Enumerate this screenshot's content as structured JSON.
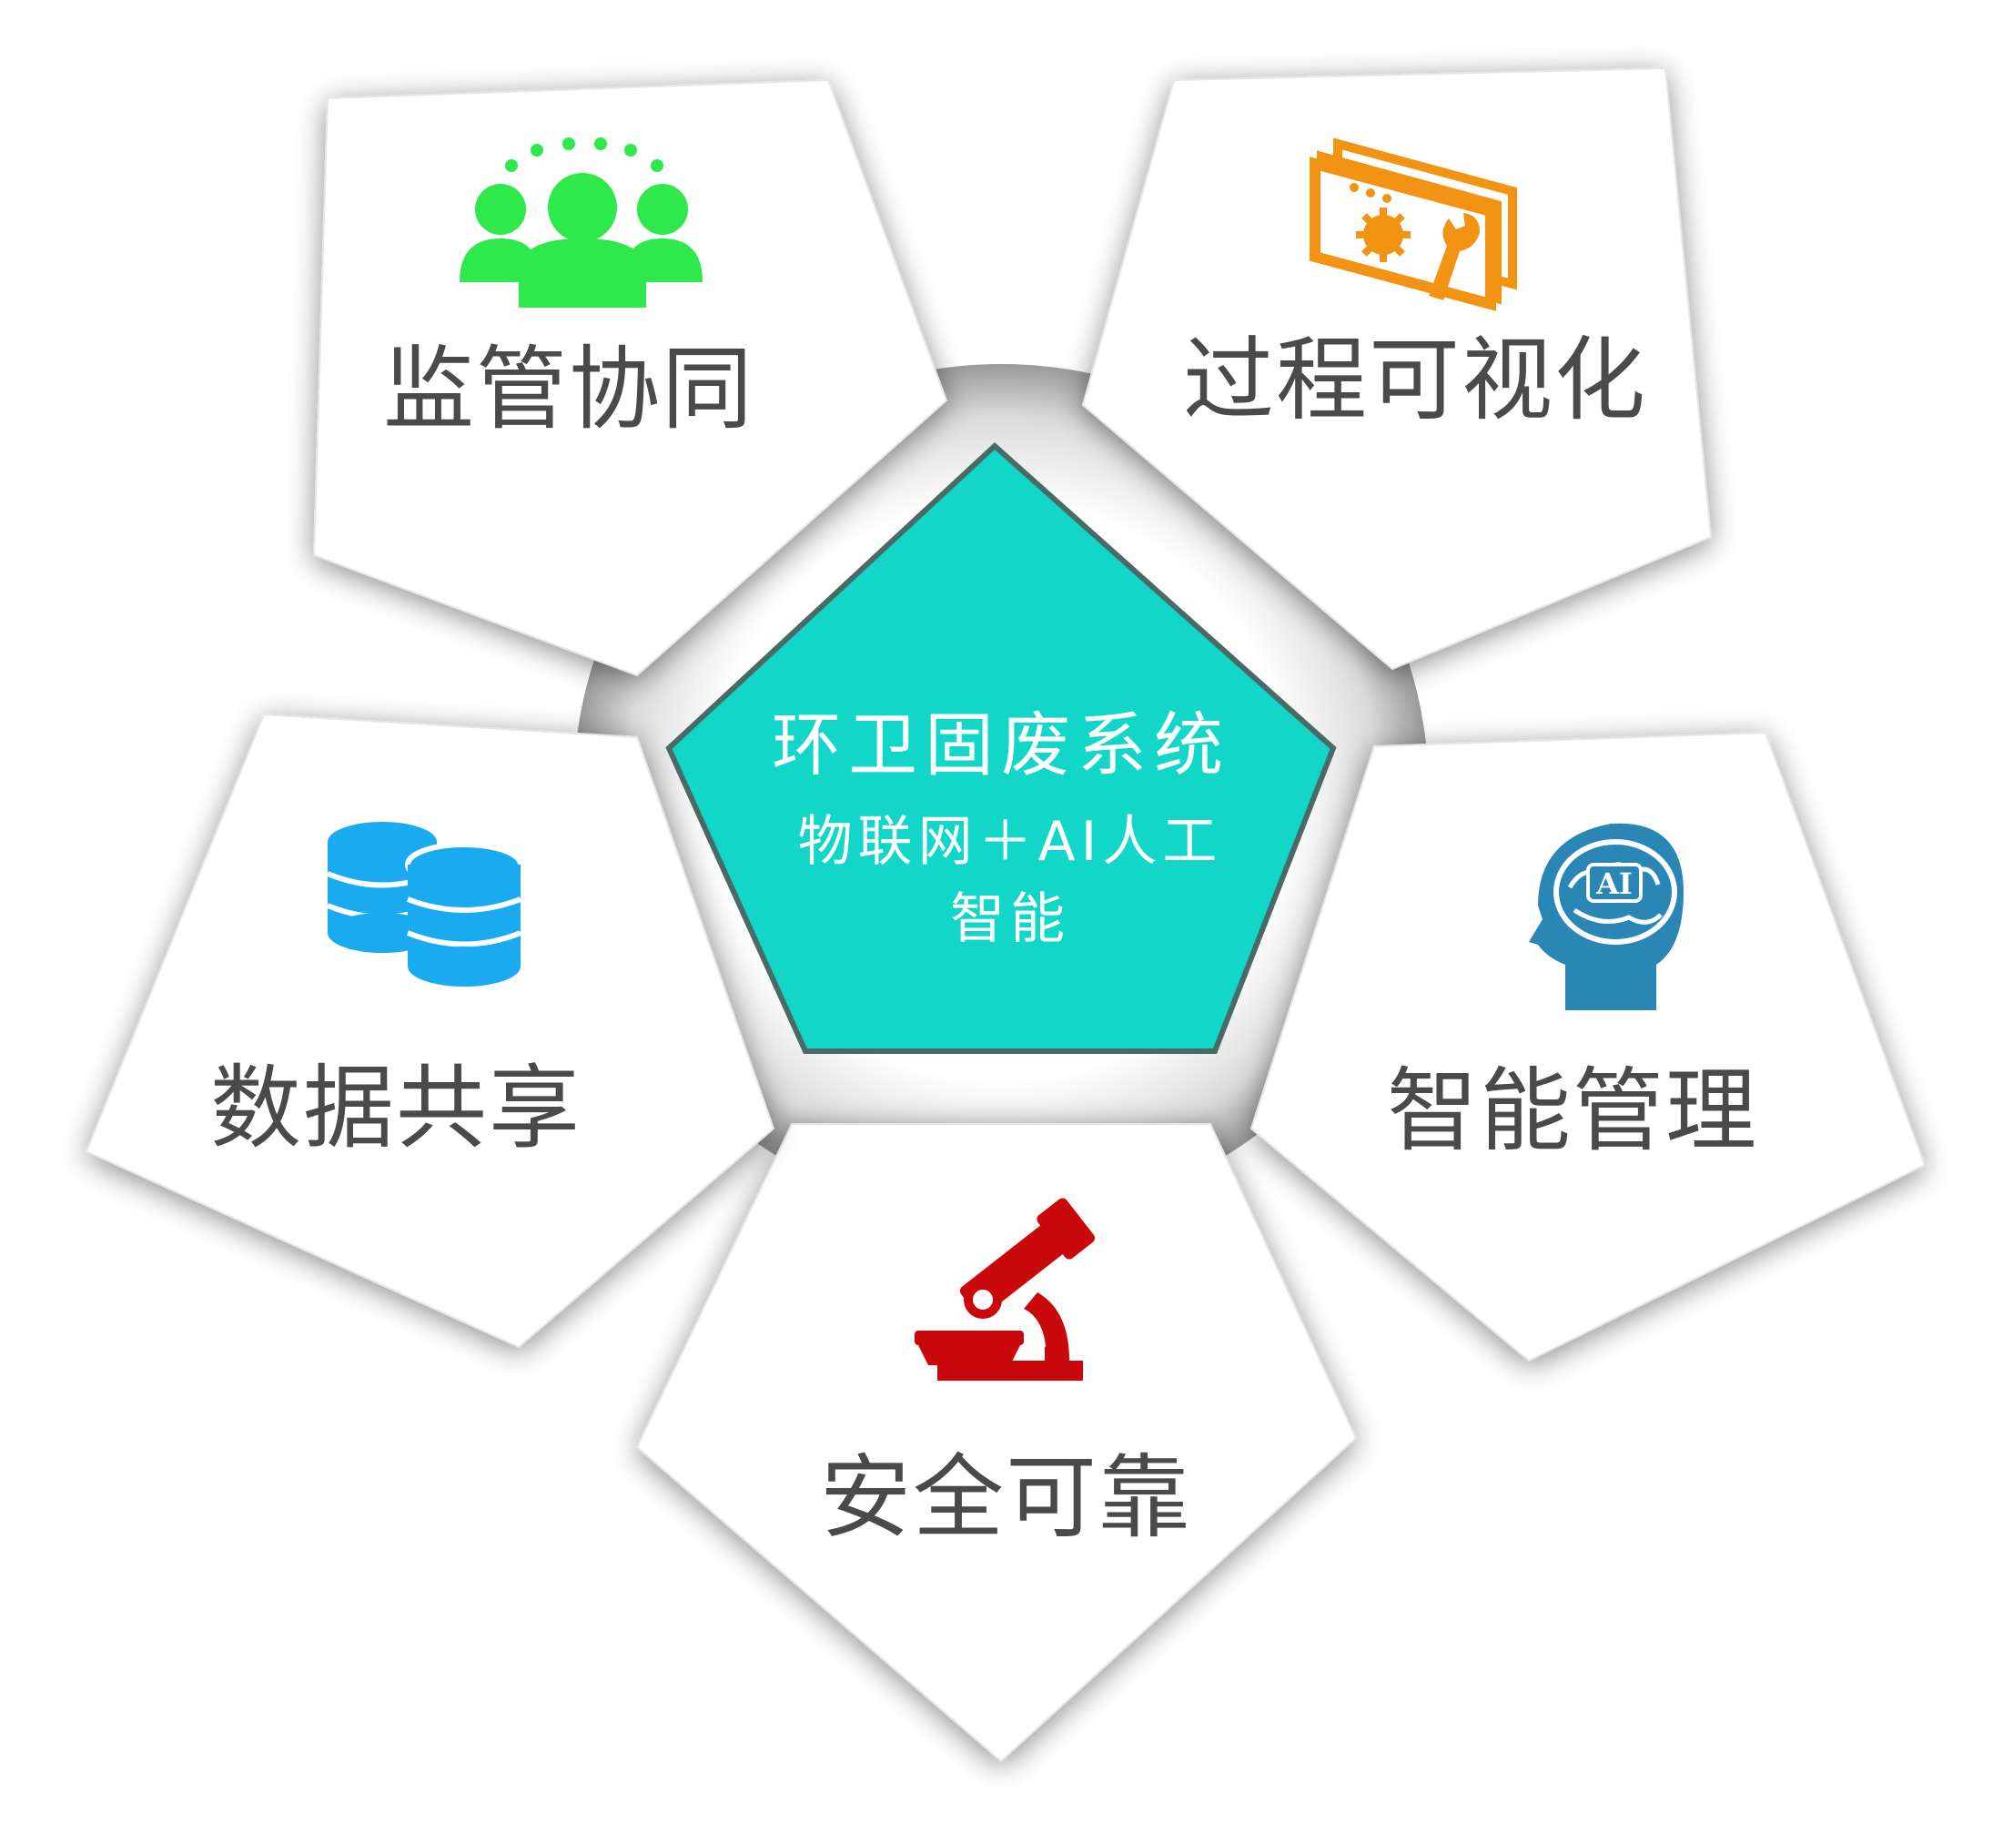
{
  "center": {
    "line1": "环卫固废系统",
    "line2": "物联网＋AI人工",
    "line3": "智能",
    "fill_color": "#12d6c8",
    "border_color": "#4a6a66"
  },
  "petals": [
    {
      "id": "top-left",
      "label": "监管协同",
      "icon": "team-icon",
      "icon_color": "#2ee84c"
    },
    {
      "id": "top-right",
      "label": "过程可视化",
      "icon": "settings-screen-icon",
      "icon_color": "#f39314"
    },
    {
      "id": "right",
      "label": "智能管理",
      "icon": "ai-brain-head-icon",
      "icon_color": "#2a86b5"
    },
    {
      "id": "bottom",
      "label": "安全可靠",
      "icon": "microscope-icon",
      "icon_color": "#c8080a"
    },
    {
      "id": "left",
      "label": "数据共享",
      "icon": "database-icon",
      "icon_color": "#1aaaf0"
    }
  ]
}
